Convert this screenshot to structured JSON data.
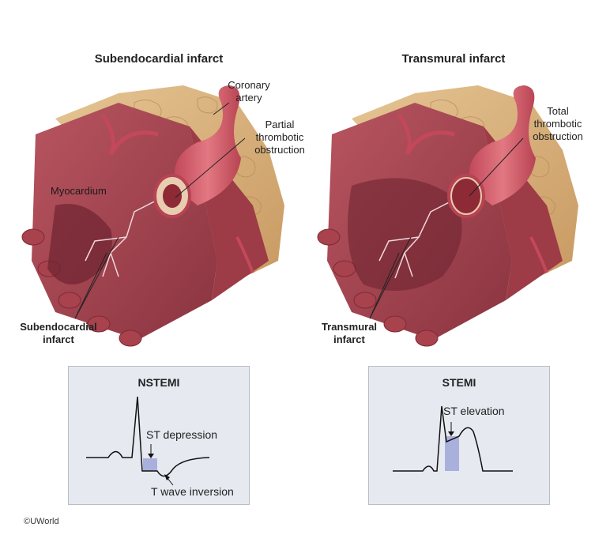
{
  "panels": {
    "left": {
      "title": "Subendocardial infarct",
      "labels": {
        "coronary_artery": [
          "Coronary",
          "artery"
        ],
        "obstruction": [
          "Partial",
          "thrombotic",
          "obstruction"
        ],
        "myocardium": "Myocardium",
        "infarct": [
          "Subendocardial",
          "infarct"
        ]
      },
      "ecg": {
        "title": "NSTEMI",
        "annotation_1": "ST depression",
        "annotation_2": "T wave inversion"
      }
    },
    "right": {
      "title": "Transmural infarct",
      "labels": {
        "obstruction": [
          "Total",
          "thrombotic",
          "obstruction"
        ],
        "infarct": [
          "Transmural",
          "infarct"
        ]
      },
      "ecg": {
        "title": "STEMI",
        "annotation_1": "ST elevation"
      }
    }
  },
  "colors": {
    "muscle": "#a8444e",
    "muscle_dark": "#7e2a35",
    "fat": "#d9b37c",
    "artery": "#d35c68",
    "infarct": "#6e2430",
    "st_highlight": "#aab0dc",
    "ecg_box": "#e6eaf0"
  },
  "copyright": "©UWorld"
}
